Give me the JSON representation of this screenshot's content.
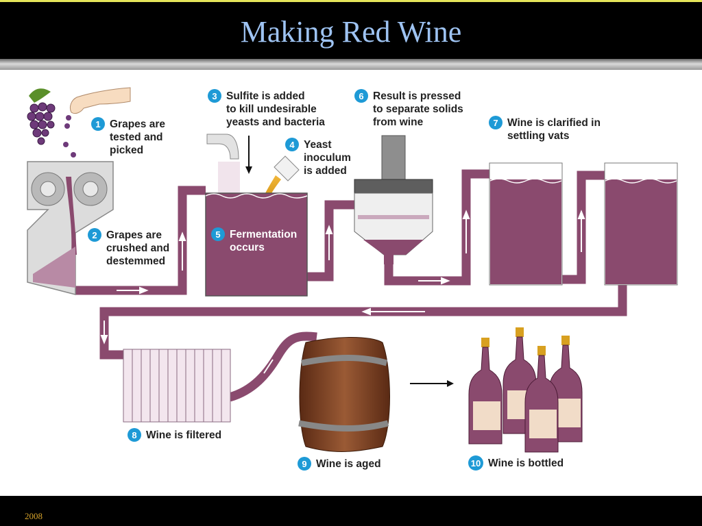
{
  "slide": {
    "title": "Making Red Wine",
    "footer": "2008"
  },
  "colors": {
    "wine": "#8a4a6e",
    "wine_dark": "#6b2d55",
    "badge": "#1e9ad6",
    "title": "#9ec3f2",
    "footer": "#d6a32b"
  },
  "steps": [
    {
      "number": "1",
      "line1": "Grapes are",
      "line2": "tested and",
      "line3": "picked"
    },
    {
      "number": "2",
      "line1": "Grapes are",
      "line2": "crushed and",
      "line3": "destemmed"
    },
    {
      "number": "3",
      "line1": "Sulfite is added",
      "line2": "to kill undesirable",
      "line3": "yeasts and bacteria"
    },
    {
      "number": "4",
      "line1": "Yeast",
      "line2": "inoculum",
      "line3": "is added"
    },
    {
      "number": "5",
      "line1": "Fermentation",
      "line2": "occurs"
    },
    {
      "number": "6",
      "line1": "Result is pressed",
      "line2": "to separate solids",
      "line3": "from wine"
    },
    {
      "number": "7",
      "line1": "Wine is clarified in",
      "line2": "settling vats"
    },
    {
      "number": "8",
      "line1": "Wine is filtered"
    },
    {
      "number": "9",
      "line1": "Wine is aged"
    },
    {
      "number": "10",
      "line1": "Wine is bottled"
    }
  ]
}
